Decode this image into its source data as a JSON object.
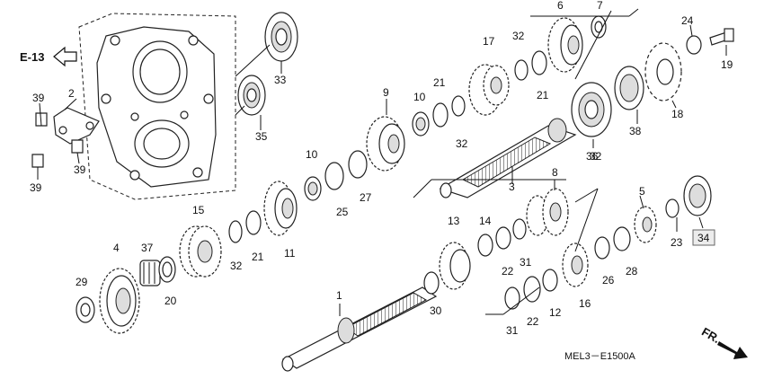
{
  "references": {
    "section_ref": "E-13",
    "front_label": "FR.",
    "diagram_code": "MEL3－E1500A"
  },
  "parts": [
    {
      "id": "p1",
      "label": "1"
    },
    {
      "id": "p2",
      "label": "2"
    },
    {
      "id": "p3",
      "label": "3"
    },
    {
      "id": "p4",
      "label": "4"
    },
    {
      "id": "p5",
      "label": "5"
    },
    {
      "id": "p6",
      "label": "6"
    },
    {
      "id": "p7",
      "label": "7"
    },
    {
      "id": "p8",
      "label": "8"
    },
    {
      "id": "p9",
      "label": "9"
    },
    {
      "id": "p10a",
      "label": "10"
    },
    {
      "id": "p10b",
      "label": "10"
    },
    {
      "id": "p11",
      "label": "11"
    },
    {
      "id": "p12",
      "label": "12"
    },
    {
      "id": "p13",
      "label": "13"
    },
    {
      "id": "p14",
      "label": "14"
    },
    {
      "id": "p15",
      "label": "15"
    },
    {
      "id": "p16",
      "label": "16"
    },
    {
      "id": "p17",
      "label": "17"
    },
    {
      "id": "p18",
      "label": "18"
    },
    {
      "id": "p19",
      "label": "19"
    },
    {
      "id": "p20",
      "label": "20"
    },
    {
      "id": "p21a",
      "label": "21"
    },
    {
      "id": "p21b",
      "label": "21"
    },
    {
      "id": "p21c",
      "label": "21"
    },
    {
      "id": "p22a",
      "label": "22"
    },
    {
      "id": "p22b",
      "label": "22"
    },
    {
      "id": "p23",
      "label": "23"
    },
    {
      "id": "p24",
      "label": "24"
    },
    {
      "id": "p25",
      "label": "25"
    },
    {
      "id": "p26",
      "label": "26"
    },
    {
      "id": "p27",
      "label": "27"
    },
    {
      "id": "p28",
      "label": "28"
    },
    {
      "id": "p29",
      "label": "29"
    },
    {
      "id": "p30",
      "label": "30"
    },
    {
      "id": "p31a",
      "label": "31"
    },
    {
      "id": "p31b",
      "label": "31"
    },
    {
      "id": "p32a",
      "label": "32"
    },
    {
      "id": "p32b",
      "label": "32"
    },
    {
      "id": "p32c",
      "label": "32"
    },
    {
      "id": "p32d",
      "label": "32"
    },
    {
      "id": "p33",
      "label": "33"
    },
    {
      "id": "p34",
      "label": "34"
    },
    {
      "id": "p35",
      "label": "35"
    },
    {
      "id": "p36",
      "label": "36"
    },
    {
      "id": "p37",
      "label": "37"
    },
    {
      "id": "p38",
      "label": "38"
    },
    {
      "id": "p39a",
      "label": "39"
    },
    {
      "id": "p39b",
      "label": "39"
    },
    {
      "id": "p39c",
      "label": "39"
    }
  ]
}
